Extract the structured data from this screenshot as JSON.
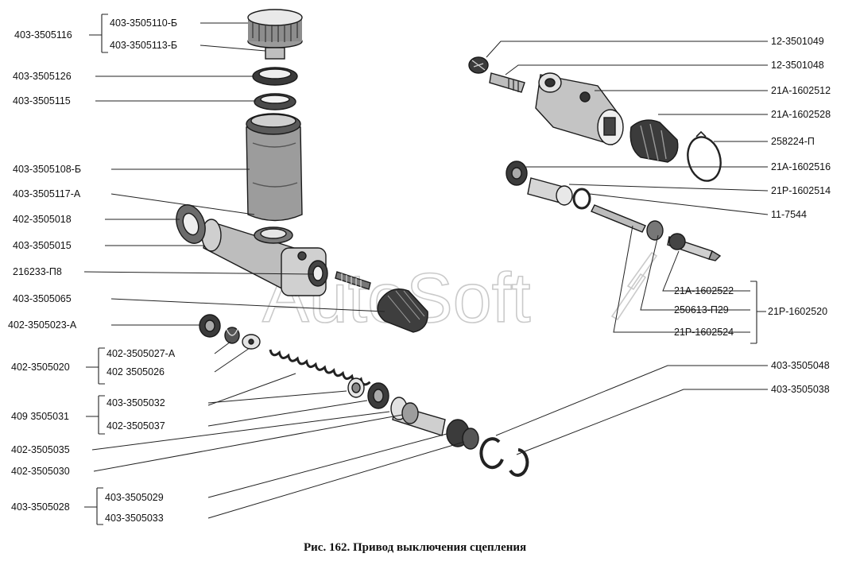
{
  "figure": {
    "caption": "Рис. 162. Привод выключения сцепления",
    "watermark": "AutoSoft"
  },
  "labels": {
    "l01": "403-3505116",
    "l02": "403-3505110-Б",
    "l03": "403-3505113-Б",
    "l04": "403-3505126",
    "l05": "403-3505115",
    "l06": "403-3505108-Б",
    "l07": "403-3505117-А",
    "l08": "402-3505018",
    "l09": "403-3505015",
    "l10": "216233-П8",
    "l11": "403-3505065",
    "l12": "402-3505023-А",
    "l13": "402-3505020",
    "l14": "402-3505027-А",
    "l15": "402 3505026",
    "l16": "409 3505031",
    "l17": "403-3505032",
    "l18": "402-3505037",
    "l19": "402-3505035",
    "l20": "402-3505030",
    "l21": "403-3505028",
    "l22": "403-3505029",
    "l23": "403-3505033",
    "r01": "12-3501049",
    "r02": "12-3501048",
    "r03": "21А-1602512",
    "r04": "21А-1602528",
    "r05": "258224-П",
    "r06": "21А-1602516",
    "r07": "21Р-1602514",
    "r08": "11-7544",
    "r09": "21А-1602522",
    "r10": "250613-П29",
    "r11": "21Р-1602524",
    "r12": "21Р-1602520",
    "r13": "403-3505048",
    "r14": "403-3505038"
  }
}
